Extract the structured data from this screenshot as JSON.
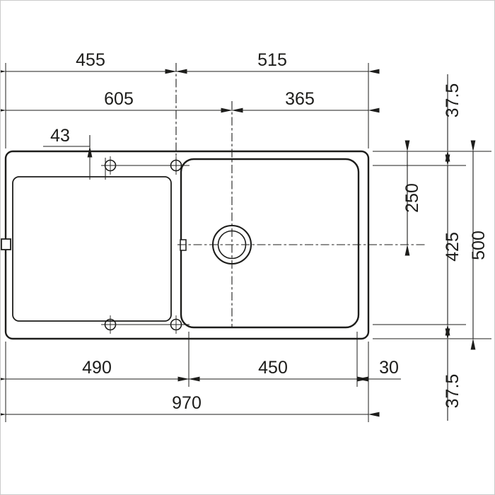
{
  "meta": {
    "description": "Technical dimension drawing (top view) of an inset kitchen sink with drainer, dimensions in mm"
  },
  "colors": {
    "line": "#1d1d1b",
    "background": "#ffffff",
    "border": "#cbcbcb"
  },
  "labels": {
    "width_left_top": "455",
    "width_right_top": "515",
    "width_left_mid": "605",
    "width_right_mid": "365",
    "tap_hole_offset": "43",
    "edge_to_holes_top": "37.5",
    "bowl_centerline": "250",
    "holes_span": "425",
    "overall_depth": "500",
    "edge_to_holes_bottom": "37.5",
    "bottom_left": "490",
    "bowl_width": "450",
    "bottom_right": "30",
    "overall_width": "970"
  }
}
